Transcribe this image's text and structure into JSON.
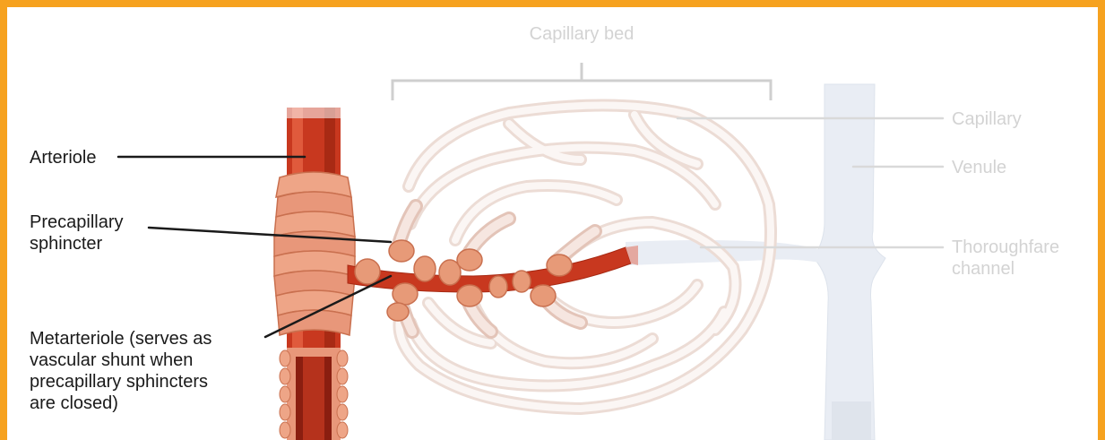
{
  "diagram": {
    "labels": {
      "capillary_bed": "Capillary bed",
      "arteriole": "Arteriole",
      "precapillary_sphincter": [
        "Precapillary",
        "sphincter"
      ],
      "metarteriole": [
        "Metarteriole (serves as",
        "vascular shunt when",
        "precapillary sphincters",
        "are closed)"
      ],
      "capillary": "Capillary",
      "venule": "Venule",
      "thoroughfare_channel": [
        "Thoroughfare",
        "channel"
      ]
    },
    "colors": {
      "frame": "#f6a21f",
      "arteriole": "#c8381f",
      "sphincter": "#e79a78",
      "capillary_faded": "#f3e6e1",
      "venule": "#e7ebf3",
      "label_dark": "#1a1a1a",
      "label_faded": "#d3d3d3"
    }
  }
}
